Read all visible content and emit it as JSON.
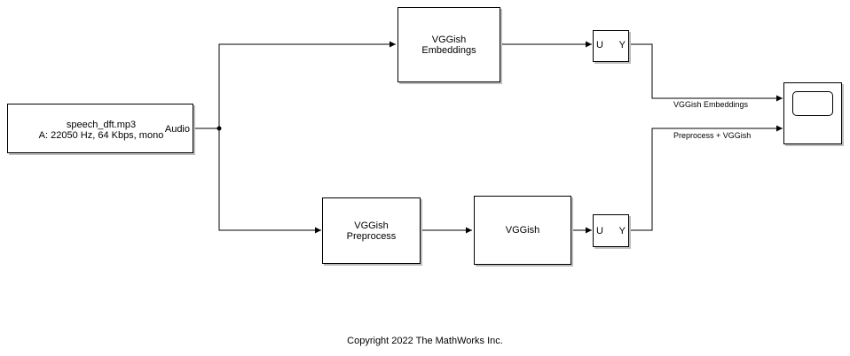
{
  "blocks": {
    "audio_source": {
      "line1": "speech_dft.mp3",
      "line2": "A: 22050 Hz, 64 Kbps, mono",
      "port_out": "Audio"
    },
    "vggish_embeddings": {
      "line1": "VGGish",
      "line2": "Embeddings"
    },
    "vggish_preprocess": {
      "line1": "VGGish",
      "line2": "Preprocess"
    },
    "vggish": {
      "label": "VGGish"
    },
    "uy_top": {
      "u": "U",
      "y": "Y"
    },
    "uy_bottom": {
      "u": "U",
      "y": "Y"
    }
  },
  "signals": {
    "top": "VGGish Embeddings",
    "bottom": "Preprocess + VGGish"
  },
  "footer": {
    "copyright": "Copyright 2022 The MathWorks Inc."
  }
}
